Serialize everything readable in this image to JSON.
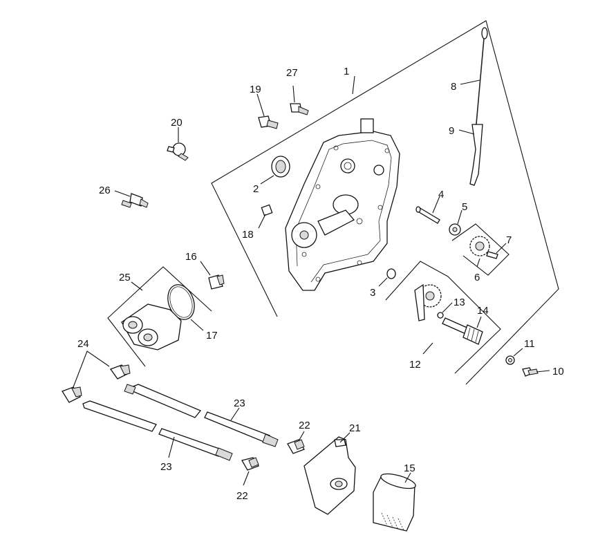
{
  "diagram": {
    "callouts": [
      {
        "id": "1",
        "label": "1"
      },
      {
        "id": "2",
        "label": "2"
      },
      {
        "id": "3",
        "label": "3"
      },
      {
        "id": "4",
        "label": "4"
      },
      {
        "id": "5",
        "label": "5"
      },
      {
        "id": "6",
        "label": "6"
      },
      {
        "id": "7",
        "label": "7"
      },
      {
        "id": "8",
        "label": "8"
      },
      {
        "id": "9",
        "label": "9"
      },
      {
        "id": "10",
        "label": "10"
      },
      {
        "id": "11",
        "label": "11"
      },
      {
        "id": "12",
        "label": "12"
      },
      {
        "id": "13",
        "label": "13"
      },
      {
        "id": "14",
        "label": "14"
      },
      {
        "id": "15",
        "label": "15"
      },
      {
        "id": "16",
        "label": "16"
      },
      {
        "id": "17",
        "label": "17"
      },
      {
        "id": "18",
        "label": "18"
      },
      {
        "id": "19",
        "label": "19"
      },
      {
        "id": "20",
        "label": "20"
      },
      {
        "id": "21",
        "label": "21"
      },
      {
        "id": "22a",
        "label": "22"
      },
      {
        "id": "22b",
        "label": "22"
      },
      {
        "id": "23a",
        "label": "23"
      },
      {
        "id": "23b",
        "label": "23"
      },
      {
        "id": "24",
        "label": "24"
      },
      {
        "id": "25",
        "label": "25"
      },
      {
        "id": "26",
        "label": "26"
      },
      {
        "id": "27",
        "label": "27"
      }
    ]
  }
}
